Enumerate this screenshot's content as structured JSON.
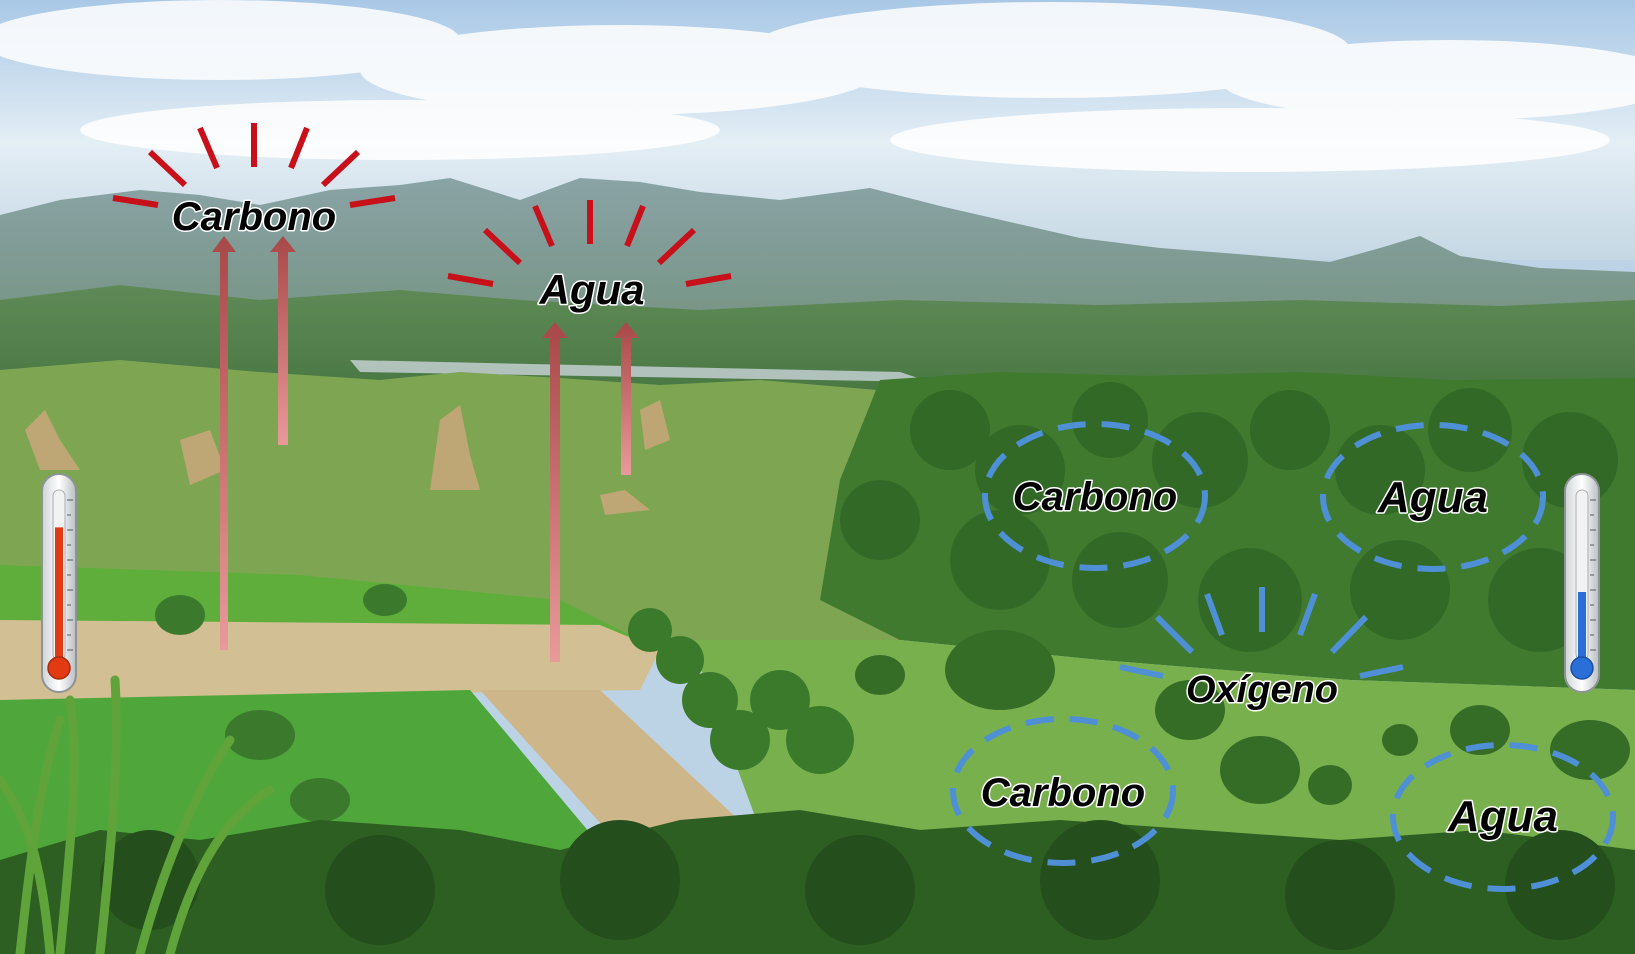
{
  "labels": {
    "released_carbon": "Carbono",
    "released_water": "Agua",
    "stored_carbon_top": "Carbono",
    "stored_water_top": "Agua",
    "released_oxygen": "Oxígeno",
    "stored_carbon_bottom": "Carbono",
    "stored_water_bottom": "Agua"
  },
  "colors": {
    "emission_rays": "#c8101a",
    "emission_arrows": "#c85a5a",
    "storage_dashes": "#4f8fd6",
    "oxygen_rays": "#4f8fd6",
    "hot_thermometer": "#e23a12",
    "cold_thermometer": "#2a6ed8"
  },
  "icons": {
    "left_thermometer": "thermometer-hot-icon",
    "right_thermometer": "thermometer-cold-icon"
  },
  "levels": {
    "left_thermometer_fill": 0.78,
    "right_thermometer_fill": 0.4
  }
}
